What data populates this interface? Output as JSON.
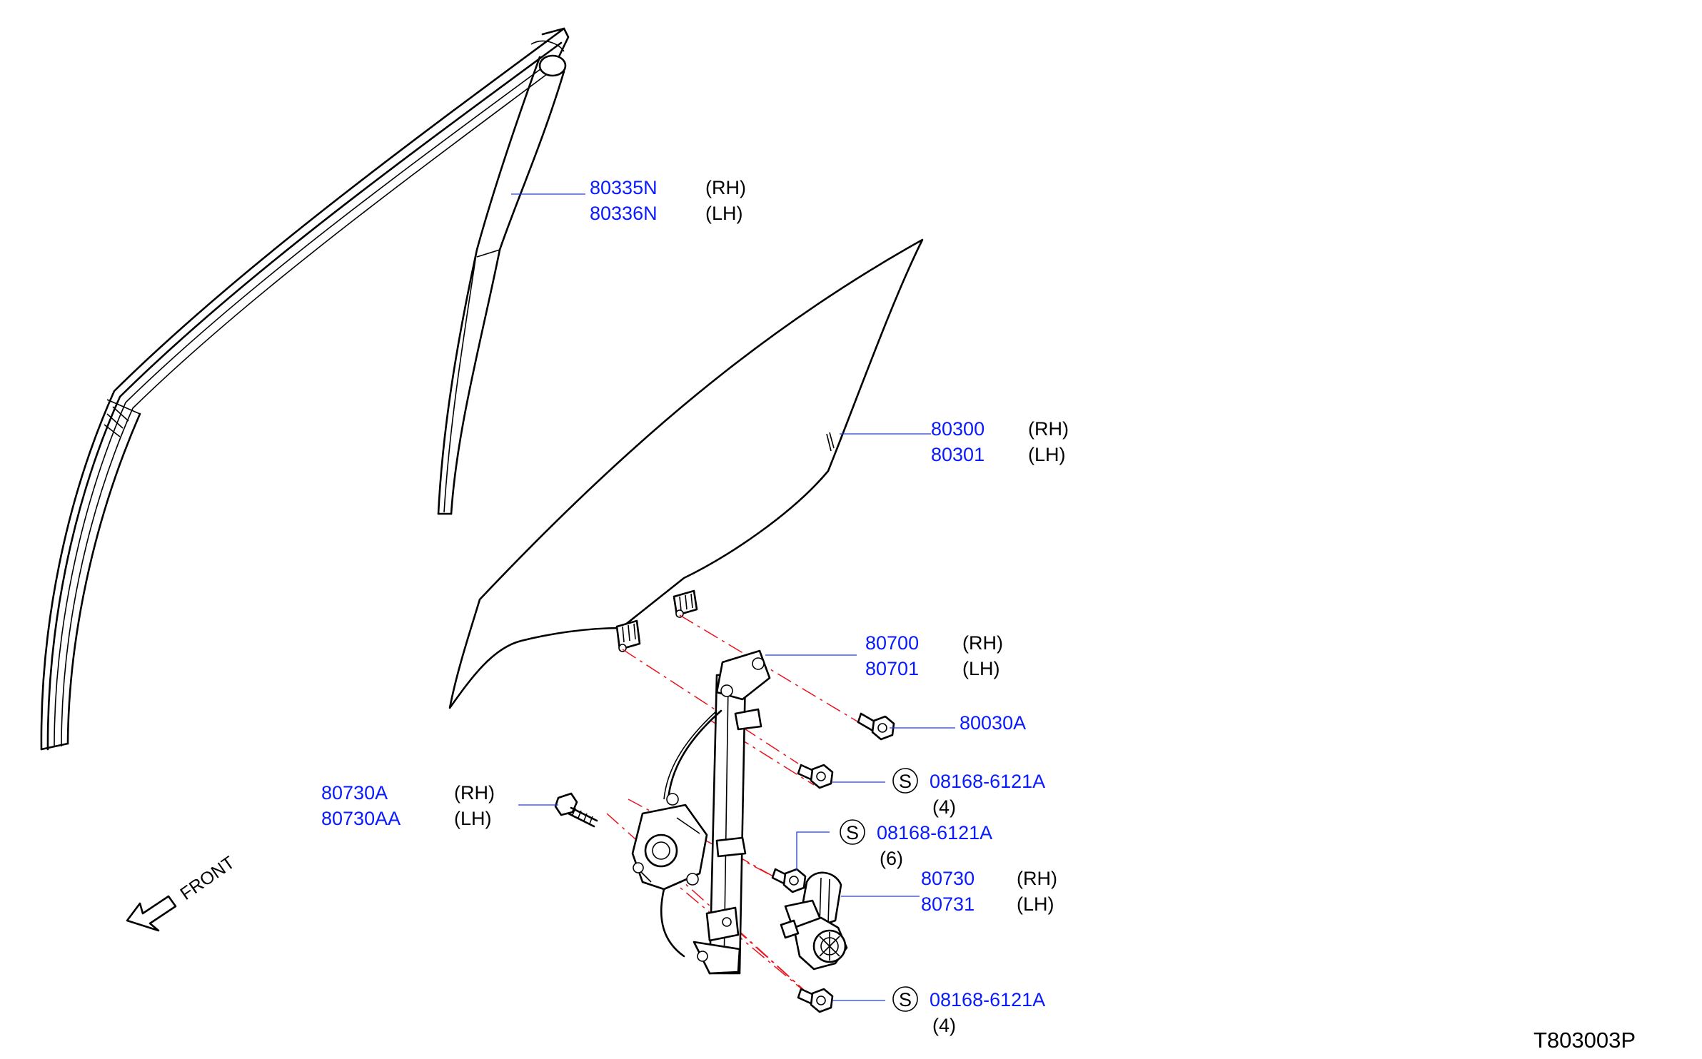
{
  "callouts": [
    {
      "part": "80335N",
      "side": "(RH)"
    },
    {
      "part": "80336N",
      "side": "(LH)"
    },
    {
      "part": "80300",
      "side": "(RH)"
    },
    {
      "part": "80301",
      "side": "(LH)"
    },
    {
      "part": "80700",
      "side": "(RH)"
    },
    {
      "part": "80701",
      "side": "(LH)"
    },
    {
      "part": "80030A"
    },
    {
      "part": "08168-6121A",
      "symbol": "S",
      "qty": "(4)"
    },
    {
      "part": "80730A",
      "side": "(RH)"
    },
    {
      "part": "80730AA",
      "side": "(LH)"
    },
    {
      "part": "08168-6121A",
      "symbol": "S",
      "qty": "(6)"
    },
    {
      "part": "80730",
      "side": "(RH)"
    },
    {
      "part": "80731",
      "side": "(LH)"
    },
    {
      "part": "08168-6121A",
      "symbol": "S",
      "qty": "(4)"
    }
  ],
  "front_label": "FRONT",
  "diagram_code": "T803003P",
  "colors": {
    "part_number": "#0a1aff",
    "leader": "#1a3cff",
    "centerline": "#e8141e",
    "ink": "#000000"
  }
}
